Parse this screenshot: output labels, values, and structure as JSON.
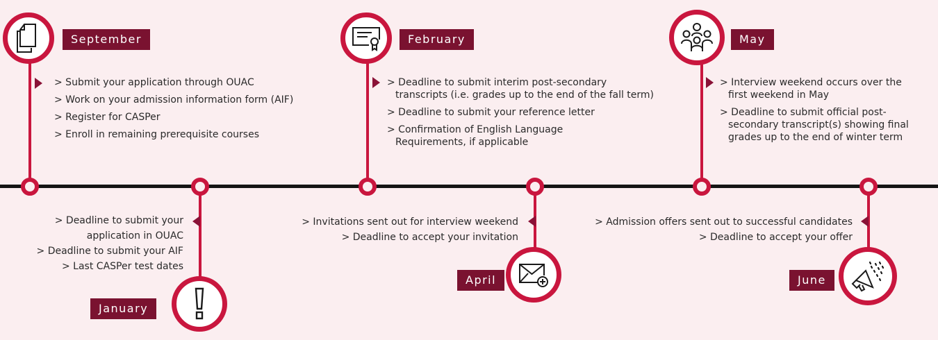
{
  "colors": {
    "accent": "#c9163e",
    "label_bg": "#7a1230",
    "line": "#151515",
    "background": "#fbeef0"
  },
  "milestones": [
    {
      "month": "September",
      "icon": "documents-icon",
      "items": [
        "> Submit your application through OUAC",
        "> Work on your admission information form (AIF)",
        "> Register for CASPer",
        "> Enroll in remaining prerequisite courses"
      ]
    },
    {
      "month": "January",
      "icon": "exclamation-icon",
      "items": [
        "> Deadline to submit your",
        "application in OUAC",
        "> Deadline to submit your AIF",
        "> Last CASPer test dates"
      ]
    },
    {
      "month": "February",
      "icon": "certificate-icon",
      "items": [
        "> Deadline to submit interim post-secondary",
        "transcripts (i.e. grades up to the end of the fall term)",
        "> Deadline to submit your reference letter",
        "> Confirmation of English Language",
        "Requirements, if applicable"
      ]
    },
    {
      "month": "April",
      "icon": "envelope-icon",
      "items": [
        "> Invitations sent out for interview weekend",
        "> Deadline to accept your invitation"
      ]
    },
    {
      "month": "May",
      "icon": "group-icon",
      "items": [
        "> Interview weekend occurs over the",
        "first weekend in May",
        "> Deadline to submit official post-",
        "secondary transcript(s) showing final",
        "grades up to the end of winter term"
      ]
    },
    {
      "month": "June",
      "icon": "megaphone-icon",
      "items": [
        "> Admission offers sent out to successful candidates",
        "> Deadline to accept your offer"
      ]
    }
  ]
}
